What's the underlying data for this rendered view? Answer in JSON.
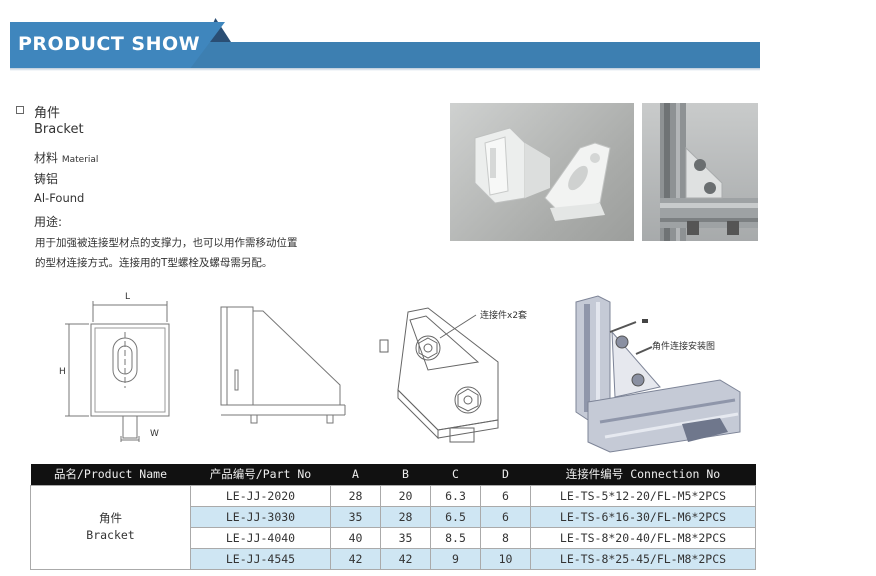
{
  "header": {
    "title": "PRODUCT SHOW"
  },
  "product": {
    "name_cn": "角件",
    "name_en": "Bracket",
    "material_label_cn": "材料",
    "material_label_en": "Material",
    "material_cn": "铸铝",
    "material_en": "Al-Found",
    "usage_label": "用途:",
    "usage_text": "用于加强被连接型材点的支撑力，也可以用作需移动位置的型材连接方式。连接用的T型螺栓及螺母需另配。"
  },
  "drawings": {
    "dim_L": "L",
    "dim_H": "H",
    "dim_W": "W",
    "callout_connector": "连接件x2套",
    "callout_install": "角件连接安装图"
  },
  "table": {
    "headers": [
      "品名/Product Name",
      "产品编号/Part No",
      "A",
      "B",
      "C",
      "D",
      "连接件编号 Connection No"
    ],
    "product_name_cn": "角件",
    "product_name_en": "Bracket",
    "rows": [
      {
        "part": "LE-JJ-2020",
        "a": "28",
        "b": "20",
        "c": "6.3",
        "d": "6",
        "conn": "LE-TS-5*12-20/FL-M5*2PCS"
      },
      {
        "part": "LE-JJ-3030",
        "a": "35",
        "b": "28",
        "c": "6.5",
        "d": "6",
        "conn": "LE-TS-6*16-30/FL-M6*2PCS"
      },
      {
        "part": "LE-JJ-4040",
        "a": "40",
        "b": "35",
        "c": "8.5",
        "d": "8",
        "conn": "LE-TS-8*20-40/FL-M8*2PCS"
      },
      {
        "part": "LE-JJ-4545",
        "a": "42",
        "b": "42",
        "c": "9",
        "d": "10",
        "conn": "LE-TS-8*25-45/FL-M8*2PCS"
      }
    ]
  }
}
